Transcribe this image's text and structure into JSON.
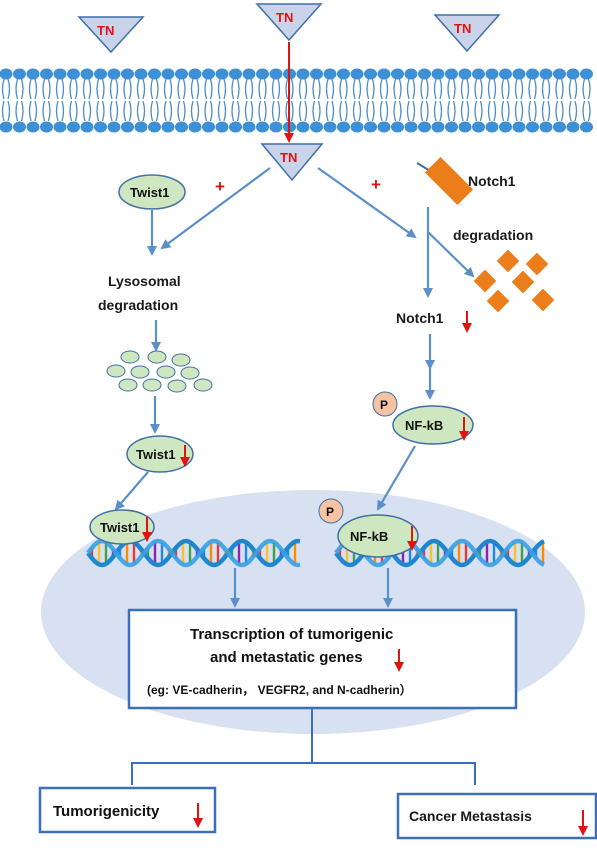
{
  "colors": {
    "membrane_head": "#3d8fd6",
    "membrane_tail": "#4a8cc9",
    "arrow_blue": "#5b8fc9",
    "red": "#e0140f",
    "oval_fill": "#cfe7c0",
    "oval_stroke": "#3f6fa8",
    "nucleus_fill": "#d7e1f1",
    "notch_orange": "#ec7d1b",
    "p_fill": "#f6c4a2",
    "box_stroke": "#3b70b8",
    "tn_fill": "#c9d3ea"
  },
  "membrane": {
    "tn_labels": [
      "TN",
      "TN",
      "TN"
    ]
  },
  "tn_inside": "TN",
  "plus_signs": [
    "+",
    "+"
  ],
  "left_path": {
    "twist1_top": "Twist1",
    "lysosomal_line1": "Lysosomal",
    "lysosomal_line2": "degradation",
    "twist1_mid": "Twist1",
    "twist1_dna": "Twist1"
  },
  "right_path": {
    "notch1_receptor": "Notch1",
    "degradation": "degradation",
    "notch1_down": "Notch1",
    "p_label_1": "P",
    "nfkb_1": "NF-kB",
    "p_label_2": "P",
    "nfkb_2": "NF-kB"
  },
  "transcription_box": {
    "line1": "Transcription of tumorigenic",
    "line2": "and metastatic genes",
    "line3": "(eg: VE-cadherin， VEGFR2, and N-cadherin）"
  },
  "outcomes": {
    "left": "Tumorigenicity",
    "right": "Cancer Metastasis"
  },
  "icons": {
    "down_arrow": "red-down-arrow-icon",
    "dna": "dna-helix-icon",
    "vesicle": "vesicle-icon",
    "fragment": "notch-fragment-icon"
  }
}
